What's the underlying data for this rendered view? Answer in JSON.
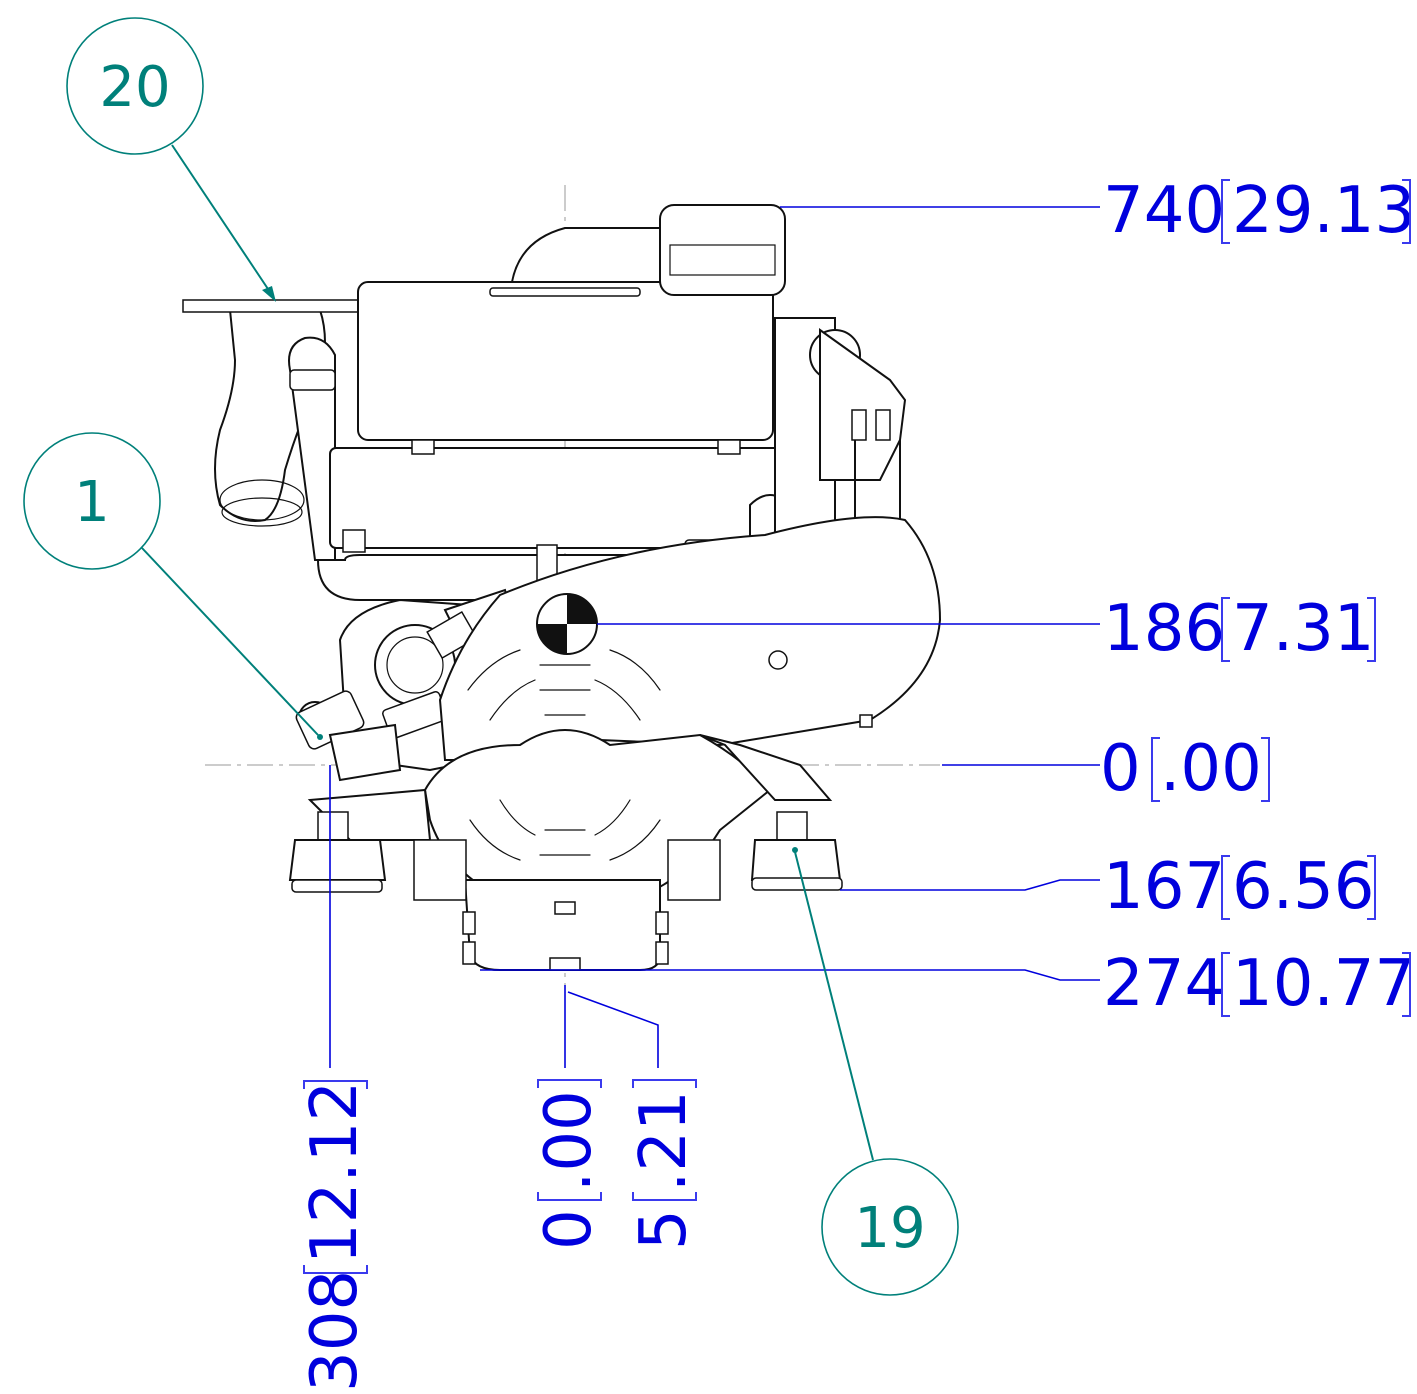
{
  "balloons": {
    "b20": "20",
    "b1": "1",
    "b19": "19"
  },
  "dimensions": {
    "d740": {
      "value": "740",
      "inch": "29.13"
    },
    "d186": {
      "value": "186",
      "inch": "7.31"
    },
    "d0h": {
      "value": "0",
      "inch": ".00"
    },
    "d167": {
      "value": "167",
      "inch": "6.56"
    },
    "d274": {
      "value": "274",
      "inch": "10.77"
    },
    "d308": {
      "value": "308",
      "inch": "12.12"
    },
    "d0v": {
      "value": "0",
      "inch": ".00"
    },
    "d5": {
      "value": "5",
      "inch": ".21"
    }
  },
  "colors": {
    "dimension": "#0000dd",
    "balloon": "#00807a",
    "outline": "#111111"
  }
}
